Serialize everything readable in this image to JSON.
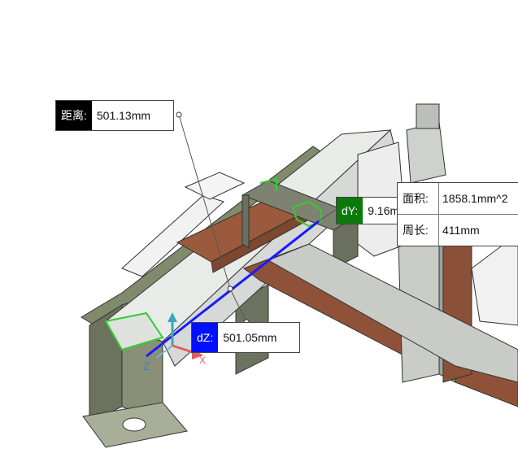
{
  "colors": {
    "distance_key_bg": "#000000",
    "dz_key_bg": "#0010ff",
    "dy_key_bg": "#0b7a0b",
    "measure_line": "#1a1aff",
    "highlight": "#2fcf2f",
    "plate": "#9c5a3c",
    "frame": "#6d725e"
  },
  "callouts": {
    "distance": {
      "key": "距离:",
      "value": "501.13mm"
    },
    "dz": {
      "key": "dZ:",
      "value": "501.05mm"
    },
    "dy": {
      "key": "dY:",
      "value": "9.16m"
    }
  },
  "properties": {
    "area_label": "面积:",
    "area_value": "1858.1mm^2",
    "perimeter_label": "周长:",
    "perimeter_value": "411mm"
  },
  "triad": {
    "z": "Z",
    "x": "X"
  },
  "icons": [
    "triad-icon"
  ]
}
